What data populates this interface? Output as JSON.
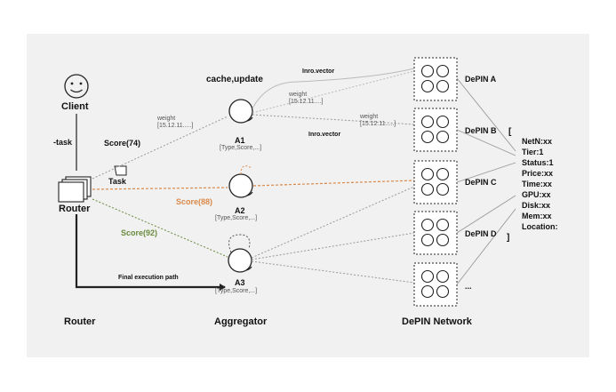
{
  "colors": {
    "panel_bg": "#f1f1f1",
    "line_dark": "#222222",
    "score_orange": "#d9894a",
    "score_green": "#6a8a3e",
    "connector_grey": "#999999"
  },
  "client": {
    "label": "Client",
    "icon": "smiley-face-icon"
  },
  "router": {
    "label": "Router",
    "task_arrow_label": "-task",
    "task_doc_label": "Task",
    "icon": "document-stack-icon"
  },
  "aggregators": [
    {
      "label": "A1",
      "meta": "[Type,Score,...]",
      "score": "Score(74)",
      "weight": "weight\n[15.12.11.....]",
      "above": "cache,update"
    },
    {
      "label": "A2",
      "meta": "[Type,Score,...]",
      "score": "Score(88)"
    },
    {
      "label": "A3",
      "meta": "[Type,Score,...]",
      "score": "Score(92)"
    }
  ],
  "edge_labels": {
    "inro_vector_1": "Inro.vector",
    "inro_vector_2": "Inro.vector",
    "weight_2": "weight\n[15.12.11....]",
    "weight_3": "weight\n[15.12.11.....]",
    "final_path": "Final execution path"
  },
  "depin_nodes": [
    {
      "label": "DePIN A"
    },
    {
      "label": "DePIN B"
    },
    {
      "label": "DePIN C"
    },
    {
      "label": "DePIN D"
    },
    {
      "label": "..."
    }
  ],
  "spec": {
    "open_bracket": "[",
    "close_bracket": "]",
    "fields": [
      "NetN:xx",
      "Tier:1",
      "Status:1",
      "Price:xx",
      "Time:xx",
      "GPU:xx",
      "Disk:xx",
      "Mem:xx",
      "Location:"
    ]
  },
  "columns": {
    "router": "Router",
    "aggregator": "Aggregator",
    "depin": "DePIN Network"
  }
}
